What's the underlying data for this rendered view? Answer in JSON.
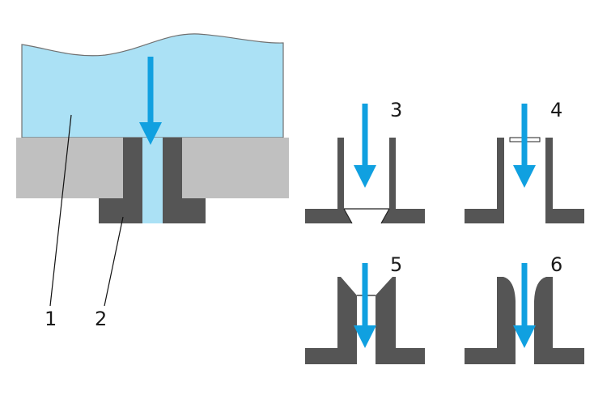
{
  "labels": {
    "liquid": "1",
    "nozzle": "2",
    "variant_3": "3",
    "variant_4": "4",
    "variant_5": "5",
    "variant_6": "6"
  },
  "colors": {
    "liquid": "#abe1f5",
    "plate": "#c0c0c0",
    "part": "#555555",
    "arrow": "#10a0e0",
    "outline": "#222222",
    "background": "#ffffff"
  }
}
